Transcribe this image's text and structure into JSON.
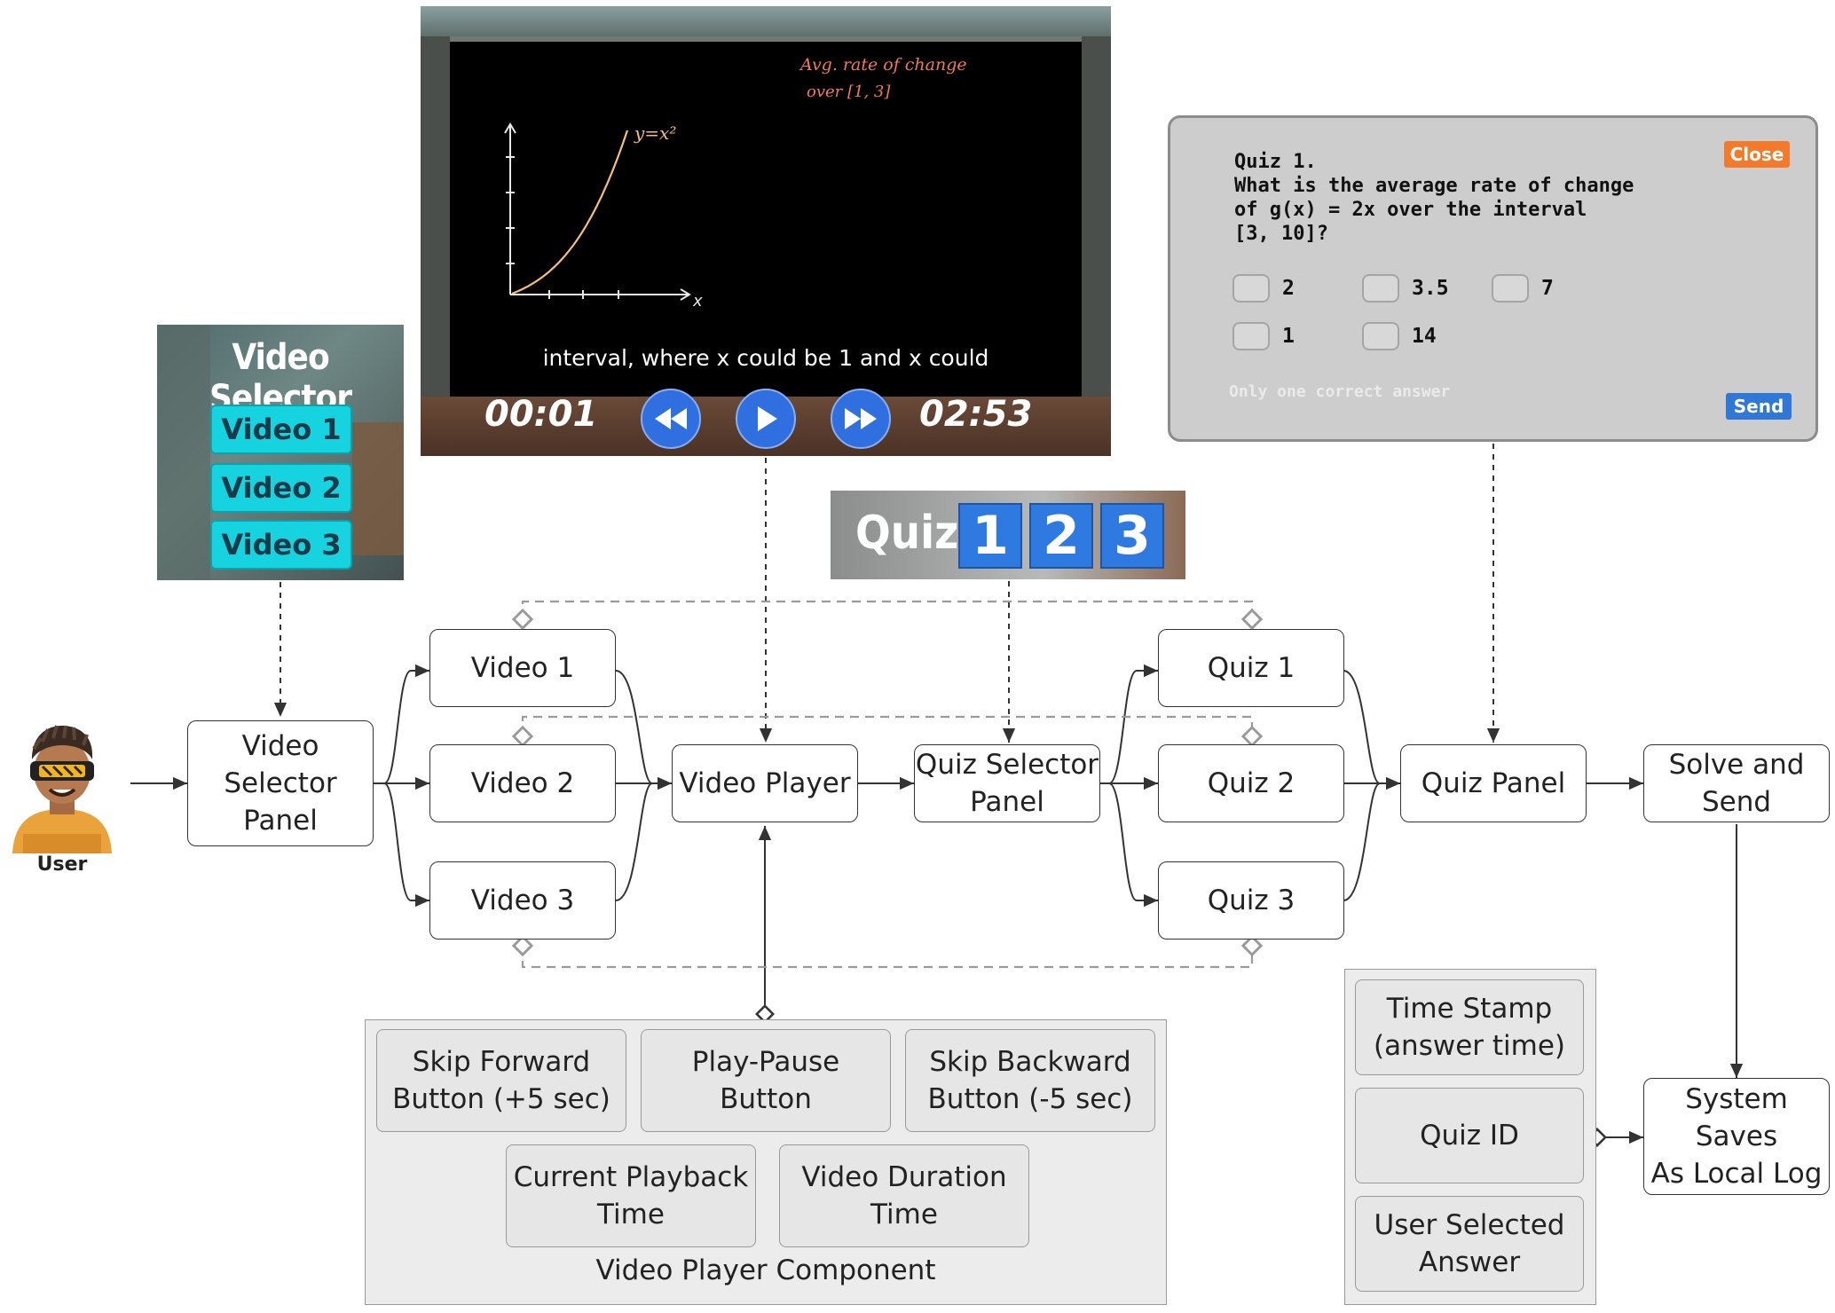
{
  "user": {
    "label": "User"
  },
  "video_selector_shot": {
    "title": "Video Selector",
    "buttons": [
      "Video 1",
      "Video 2",
      "Video 3"
    ]
  },
  "video_player_shot": {
    "board_title": "Avg. rate of change",
    "board_sub": "over [1, 3]",
    "curve_label": "y=x²",
    "x_axis": "x",
    "subtitle": "interval, where x could be 1 and x could",
    "current_time": "00:01",
    "duration": "02:53"
  },
  "quiz_bar_shot": {
    "label": "Quiz:",
    "numbers": [
      "1",
      "2",
      "3"
    ]
  },
  "quiz_panel_shot": {
    "question": "Quiz 1.\nWhat is the average rate of change\nof g(x) = 2x over the interval\n[3, 10]?",
    "close": "Close",
    "send": "Send",
    "options": [
      "2",
      "3.5",
      "7",
      "1",
      "14"
    ],
    "hint": "Only one correct answer"
  },
  "flow": {
    "video_selector_panel": "Video\nSelector\nPanel",
    "video1": "Video 1",
    "video2": "Video 2",
    "video3": "Video 3",
    "video_player": "Video Player",
    "quiz_selector_panel": "Quiz Selector\nPanel",
    "quiz1": "Quiz 1",
    "quiz2": "Quiz 2",
    "quiz3": "Quiz 3",
    "quiz_panel": "Quiz Panel",
    "solve_send": "Solve and\nSend",
    "save_log": "System Saves\nAs Local Log"
  },
  "video_player_component": {
    "label": "Video Player Component",
    "skip_forward": "Skip Forward\nButton (+5 sec)",
    "play_pause": "Play-Pause Button",
    "skip_backward": "Skip Backward\nButton (-5 sec)",
    "current_time": "Current Playback\nTime",
    "duration_time": "Video Duration\nTime"
  },
  "log_fields": {
    "timestamp": "Time Stamp\n(answer time)",
    "quiz_id": "Quiz ID",
    "answer": "User Selected\nAnswer"
  }
}
